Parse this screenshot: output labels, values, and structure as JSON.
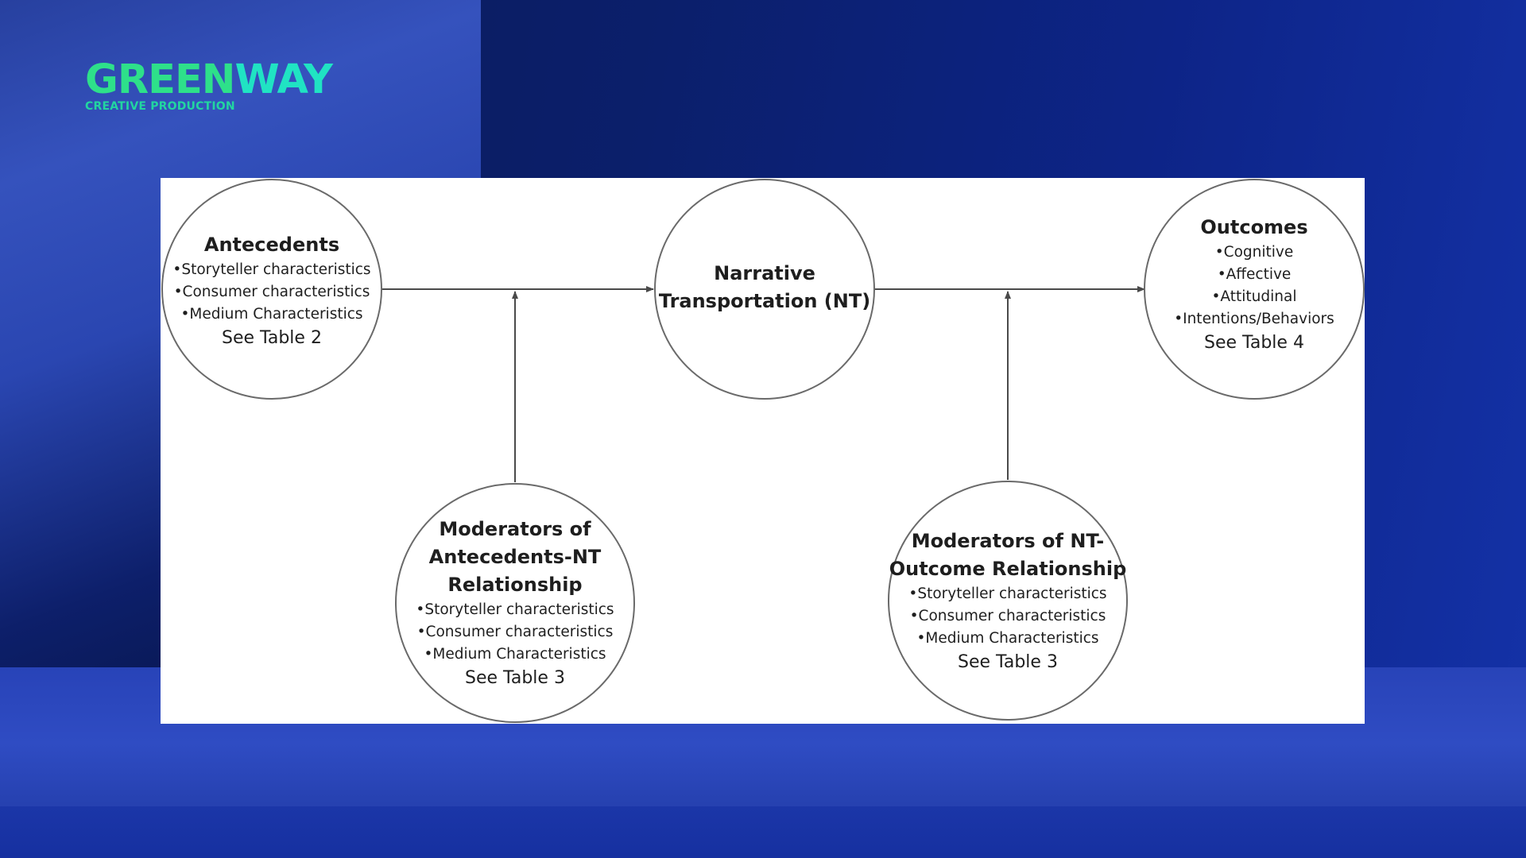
{
  "logo": {
    "word_part1": "GREEN",
    "word_part2": "WAY",
    "tagline": "CREATIVE PRODUCTION",
    "colors": {
      "part1": "#2ee08a",
      "part2": "#20e3c3"
    }
  },
  "diagram": {
    "nodes": {
      "antecedents": {
        "title": "Antecedents",
        "items": [
          "•Storyteller characteristics",
          "•Consumer characteristics",
          "•Medium Characteristics"
        ],
        "ref": "See Table 2"
      },
      "nt": {
        "title_line1": "Narrative",
        "title_line2": "Transportation (NT)"
      },
      "outcomes": {
        "title": "Outcomes",
        "items": [
          "•Cognitive",
          "•Affective",
          "•Attitudinal",
          "•Intentions/Behaviors"
        ],
        "ref": "See Table 4"
      },
      "mod_antecedents": {
        "title_line1": "Moderators of",
        "title_line2": "Antecedents-NT",
        "title_line3": "Relationship",
        "items": [
          "•Storyteller characteristics",
          "•Consumer characteristics",
          "•Medium Characteristics"
        ],
        "ref": "See Table 3"
      },
      "mod_outcome": {
        "title_line1": "Moderators of NT-",
        "title_line2": "Outcome Relationship",
        "items": [
          "•Storyteller characteristics",
          "•Consumer characteristics",
          "•Medium Characteristics"
        ],
        "ref": "See Table 3"
      }
    },
    "colors": {
      "line": "#4a4a4a",
      "circle": "#6a6a6a",
      "text": "#1e1e1e"
    }
  }
}
